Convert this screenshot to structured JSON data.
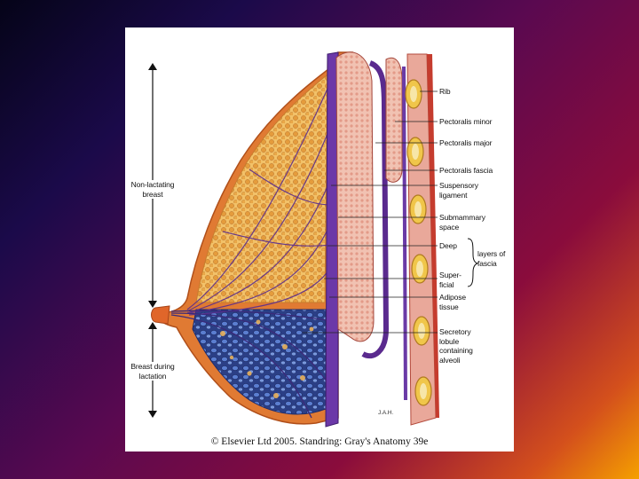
{
  "labels": {
    "rib": "Rib",
    "pectoralis_minor": "Pectoralis minor",
    "pectoralis_major": "Pectoralis major",
    "pectoralis_fascia": "Pectoralis fascia",
    "suspensory_1": "Suspensory",
    "suspensory_2": "ligament",
    "submammary_1": "Submammary",
    "submammary_2": "space",
    "deep": "Deep",
    "layers_1": "layers of",
    "layers_2": "fascia",
    "superficial_1": "Super-",
    "superficial_2": "ficial",
    "adipose_1": "Adipose",
    "adipose_2": "tissue",
    "secretory_1": "Secretory",
    "secretory_2": "lobule",
    "secretory_3": "containing",
    "secretory_4": "alveoli",
    "non_lactating_1": "Non-lactating",
    "non_lactating_2": "breast",
    "lactation_1": "Breast during",
    "lactation_2": "lactation"
  },
  "signature": "J.A.H.",
  "caption": "© Elsevier Ltd 2005. Standring: Gray's Anatomy 39e",
  "colors": {
    "fat": "#e9a445",
    "glands": "#3d5aa8",
    "muscle": "#e8a59a",
    "fascia": "#5a2a8e",
    "skin": "#d9772c"
  }
}
